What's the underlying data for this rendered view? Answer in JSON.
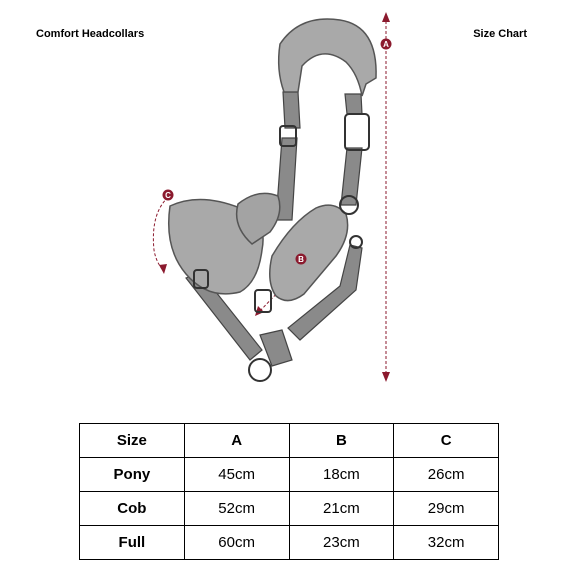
{
  "header": {
    "left_title": "Comfort Headcollars",
    "right_title": "Size Chart"
  },
  "diagram": {
    "markers": [
      "A",
      "B",
      "C"
    ],
    "accent_color": "#8b1a2e",
    "leather_color": "#8a8a8a",
    "fleece_color": "#a9a9a9"
  },
  "table": {
    "headers": [
      "Size",
      "A",
      "B",
      "C"
    ],
    "rows": [
      {
        "size": "Pony",
        "a": "45cm",
        "b": "18cm",
        "c": "26cm"
      },
      {
        "size": "Cob",
        "a": "52cm",
        "b": "21cm",
        "c": "29cm"
      },
      {
        "size": "Full",
        "a": "60cm",
        "b": "23cm",
        "c": "32cm"
      }
    ]
  }
}
